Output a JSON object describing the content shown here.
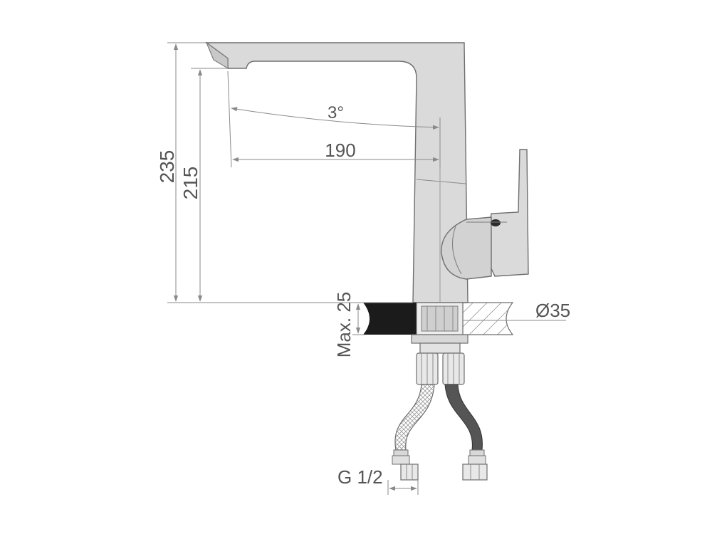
{
  "dimensions": {
    "overall_height": "235",
    "spout_height": "215",
    "swivel_angle": "3°",
    "spout_reach": "190",
    "max_counter_thickness": "Max. 25",
    "hole_diameter": "Ø35",
    "connection_thread": "G 1/2"
  },
  "colors": {
    "body": "#dadada",
    "outline": "#6f6f6f",
    "dimension": "#8a8a8a",
    "counter_section": "#1b1b1b",
    "hose_dark": "#555555"
  }
}
